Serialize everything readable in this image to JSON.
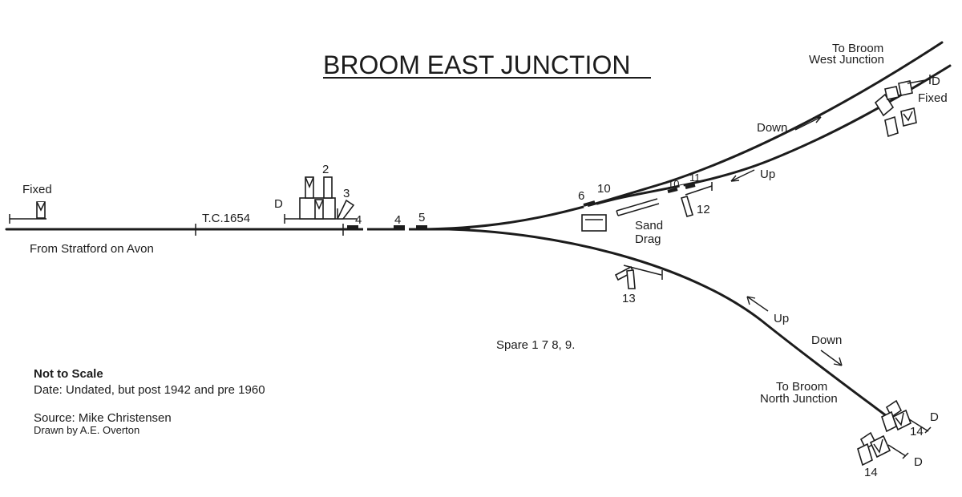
{
  "diagram": {
    "title": "BROOM EAST JUNCTION",
    "labels": {
      "fixed_left": "Fixed",
      "from_stratford": "From Stratford on Avon",
      "track_circuit": "T.C.1654",
      "d_box": "D",
      "sig_2": "2",
      "sig_3": "3",
      "sig_4a": "4",
      "sig_4b": "4",
      "sig_5": "5",
      "sig_6": "6",
      "sig_10a": "10",
      "sig_10b": "10",
      "sig_11": "11",
      "sig_12": "12",
      "sig_13": "13",
      "sand_drag_1": "Sand",
      "sand_drag_2": "Drag",
      "up_west": "Up",
      "down_west": "Down",
      "to_west_1": "To Broom",
      "to_west_2": "West Junction",
      "d_west": "D",
      "fixed_west": "Fixed",
      "up_north": "Up",
      "down_north": "Down",
      "to_north_1": "To Broom",
      "to_north_2": "North Junction",
      "sig_14a": "14",
      "sig_14b": "14",
      "d_north_a": "D",
      "d_north_b": "D",
      "spare": "Spare 1  7  8, 9."
    },
    "notes": {
      "scale": "Not to Scale",
      "date": "Date: Undated, but post 1942 and pre 1960",
      "source": "Source: Mike Christensen",
      "drawn_by": "Drawn by A.E. Overton"
    }
  }
}
